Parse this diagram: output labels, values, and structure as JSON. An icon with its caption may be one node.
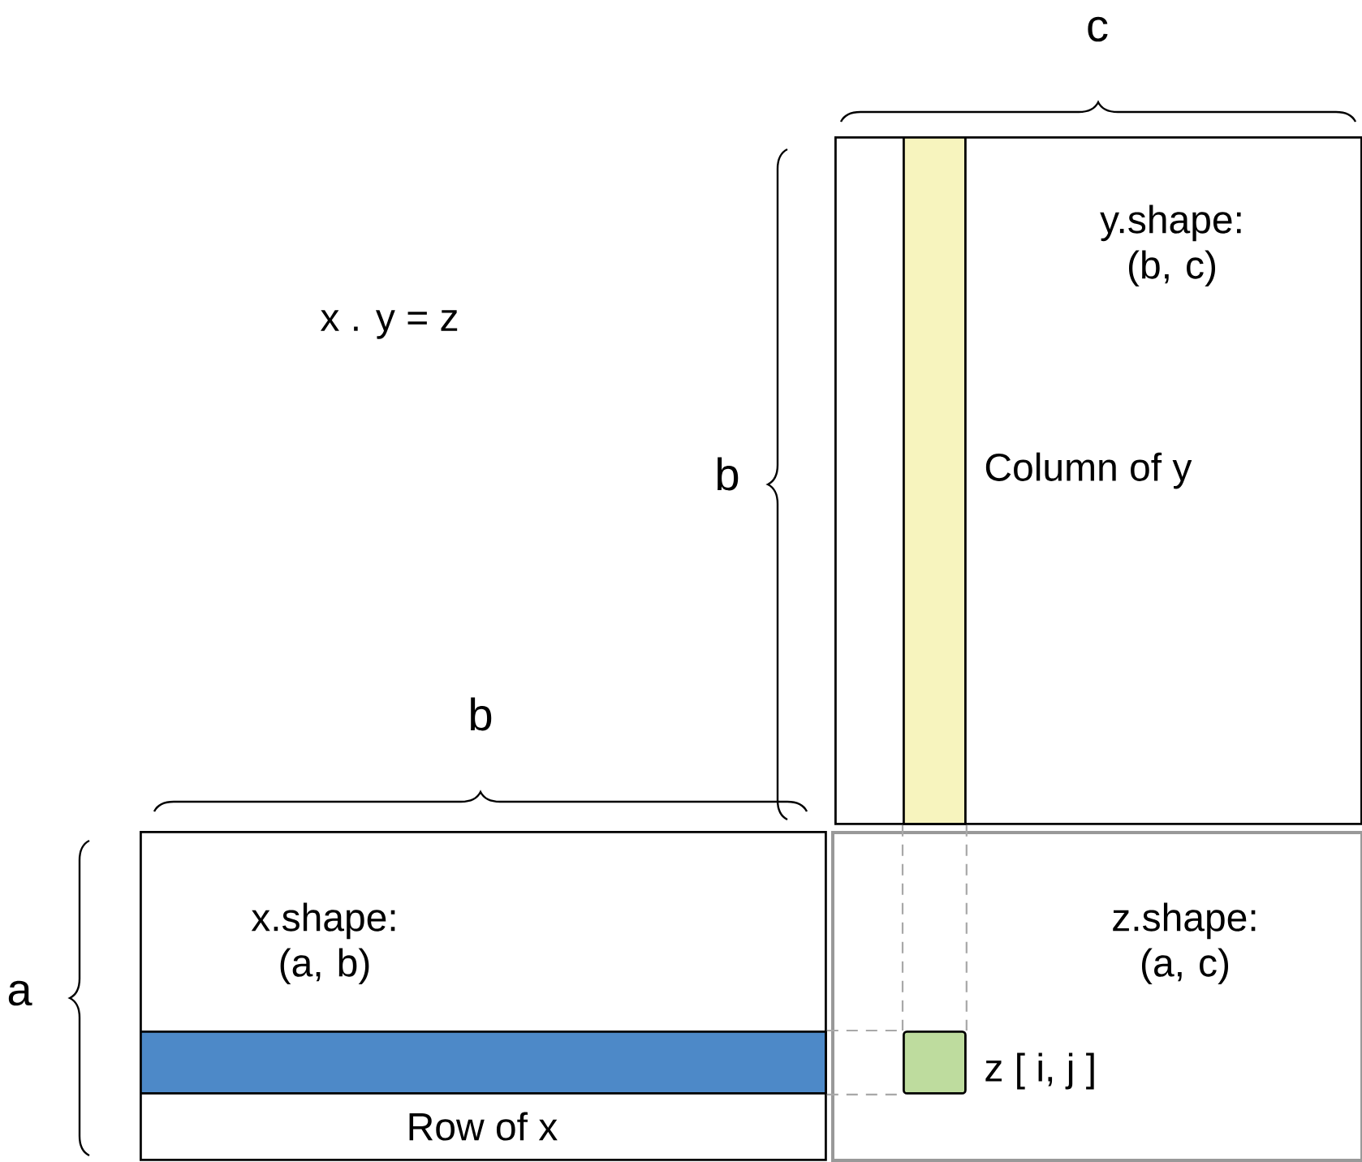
{
  "diagram": {
    "nodes": [
      {
        "text": [
          "y.shape: (b, c)"
        ]
      },
      {
        "text": [],
        "shape": "bar",
        "in": 0,
        "beside": [
          "Column of y"
        ]
      },
      {
        "text": [
          "x.shape: (a, b)"
        ]
      },
      {
        "text": [],
        "shape": "bar",
        "in": 2,
        "beside": [
          "Row of x"
        ]
      },
      {
        "text": [
          "z.shape: (a, c)"
        ]
      },
      {
        "text": [],
        "shape": "box",
        "in": 4,
        "beside": [
          "z [ i,  j ]"
        ]
      }
    ],
    "edges": [
      {
        "from": 1,
        "to": 5,
        "arrow": "none",
        "style": "dashed"
      },
      {
        "from": 1,
        "to": 5,
        "arrow": "none",
        "style": "dashed"
      },
      {
        "from": 3,
        "to": 5,
        "arrow": "none",
        "style": "dashed"
      },
      {
        "from": 3,
        "to": 5,
        "arrow": "none",
        "style": "dashed"
      }
    ],
    "labels": [
      "c",
      "x . y = z",
      "b",
      "b",
      "a"
    ]
  }
}
